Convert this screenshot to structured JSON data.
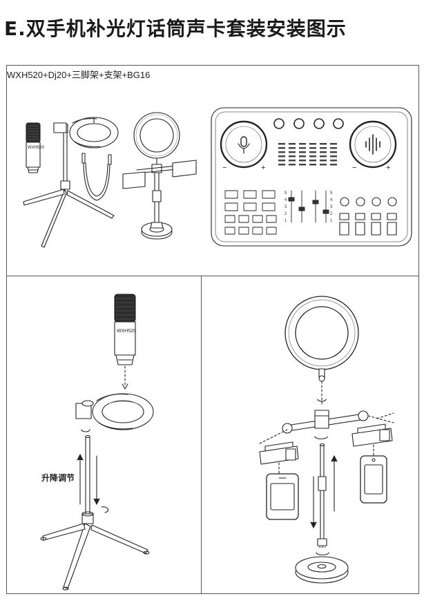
{
  "page": {
    "title": "E.双手机补光灯话筒声卡套装安装图示",
    "kit_label": "WXH520+Dj20+三脚架+支架+BG16",
    "lift_label": "升降调节"
  },
  "microphone": {
    "brand_label": "WXH520"
  },
  "sound_card": {
    "knob_minus": "−",
    "knob_plus": "+",
    "fader_scale": [
      "5",
      "4",
      "3",
      "2",
      "1"
    ]
  }
}
